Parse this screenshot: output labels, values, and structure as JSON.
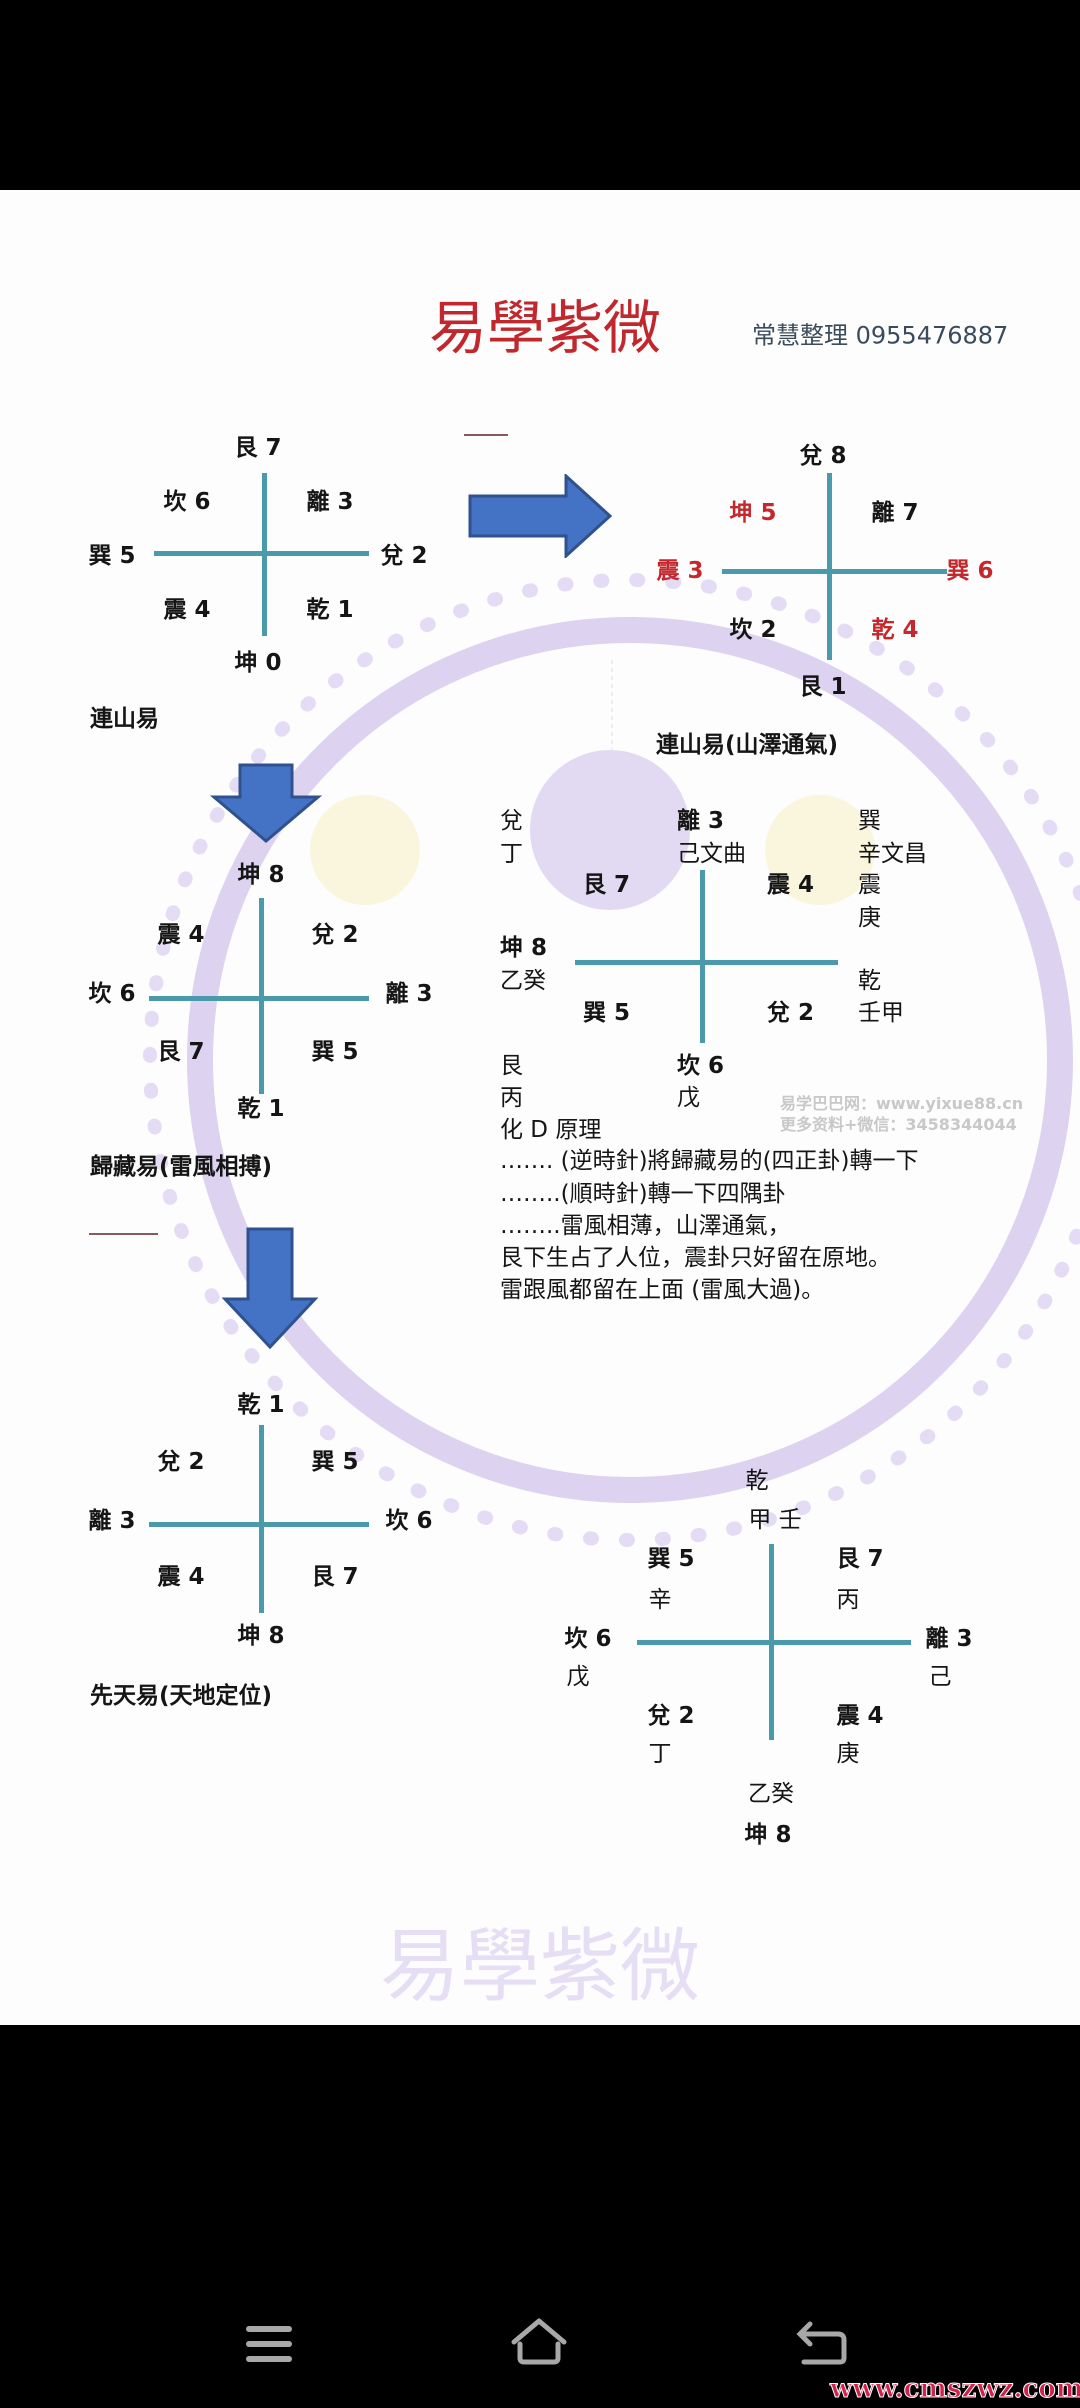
{
  "header": {
    "title": "易學紫微",
    "subtitle": "常慧整理 0955476887"
  },
  "diagram_lianshan": {
    "top": "艮 7",
    "upper_left": "坎 6",
    "upper_right": "離 3",
    "left": "巽 5",
    "right": "兌 2",
    "lower_left": "震 4",
    "lower_right": "乾 1",
    "bottom": "坤 0",
    "caption": "連山易"
  },
  "diagram_lianshan_tongqi": {
    "top": "兌 8",
    "upper_left": "坤 5",
    "upper_right": "離 7",
    "left": "震 3",
    "right": "巽 6",
    "lower_left": "坎 2",
    "lower_right": "乾 4",
    "bottom": "艮 1",
    "caption": "連山易(山澤通氣)"
  },
  "diagram_guicang": {
    "top": "坤 8",
    "upper_left": "震 4",
    "upper_right": "兌 2",
    "left": "坎 6",
    "right": "離 3",
    "lower_left": "艮 7",
    "lower_right": "巽 5",
    "bottom": "乾 1",
    "caption": "歸藏易(雷風相搏)"
  },
  "diagram_xiantian": {
    "top": "乾 1",
    "upper_left": "兌 2",
    "upper_right": "巽 5",
    "left": "離 3",
    "right": "坎 6",
    "lower_left": "震 4",
    "lower_right": "艮 7",
    "bottom": "坤 8",
    "caption": "先天易(天地定位)"
  },
  "diagram_huaD": {
    "dui": "兌",
    "ding": "丁",
    "li3": "離 3",
    "ji_wenqu": "己文曲",
    "xun": "巽",
    "xin_wenchang": "辛文昌",
    "zhen": "震",
    "geng": "庚",
    "gen7": "艮 7",
    "zhen4": "震 4",
    "kun8": "坤 8",
    "yigui": "乙癸",
    "qian": "乾",
    "rengjia": "壬甲",
    "xun5": "巽 5",
    "dui2": "兌 2",
    "gen": "艮",
    "bing": "丙",
    "kan6": "坎 6",
    "wu": "戊"
  },
  "notes": [
    "化 D 原理",
    "……. (逆時針)將歸藏易的(四正卦)轉一下",
    "……..(順時針)轉一下四隅卦",
    "……..雷風相薄，山澤通氣，",
    "艮下生占了人位，震卦只好留在原地。",
    "雷跟風都留在上面 (雷風大過)。"
  ],
  "diagram_final": {
    "qian": "乾",
    "jia_ren": "甲 壬",
    "xun5": "巽 5",
    "xin": "辛",
    "gen7": "艮 7",
    "bing": "丙",
    "kan6": "坎 6",
    "wu": "戊",
    "li3": "離 3",
    "ji": "己",
    "dui2": "兌 2",
    "ding": "丁",
    "zhen4": "震 4",
    "geng": "庚",
    "yigui": "乙癸",
    "kun8": "坤 8"
  },
  "watermark": {
    "line1": "易学巴巴网：www.yixue88.cn",
    "line2": "更多资料+微信：3458344044",
    "site": "www.cmszwz.com",
    "bg_text": "易學紫微"
  },
  "colors": {
    "title": "#c0282d",
    "accent_red": "#c4272c",
    "cross": "#4a9aab",
    "arrow": "#4472c4"
  }
}
